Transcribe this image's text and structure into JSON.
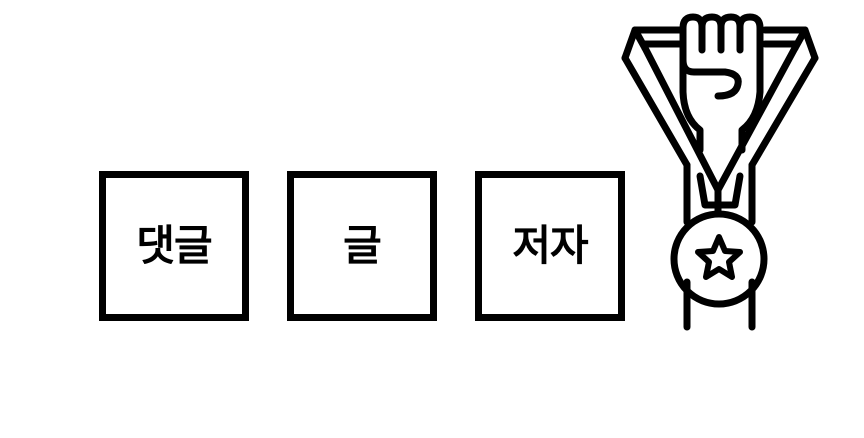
{
  "boxes": [
    {
      "label": "댓글"
    },
    {
      "label": "글"
    },
    {
      "label": "저자"
    }
  ],
  "icons": {
    "award": "fist-holding-medal-icon",
    "star": "star-icon"
  },
  "colors": {
    "stroke": "#000000",
    "background": "#ffffff"
  }
}
